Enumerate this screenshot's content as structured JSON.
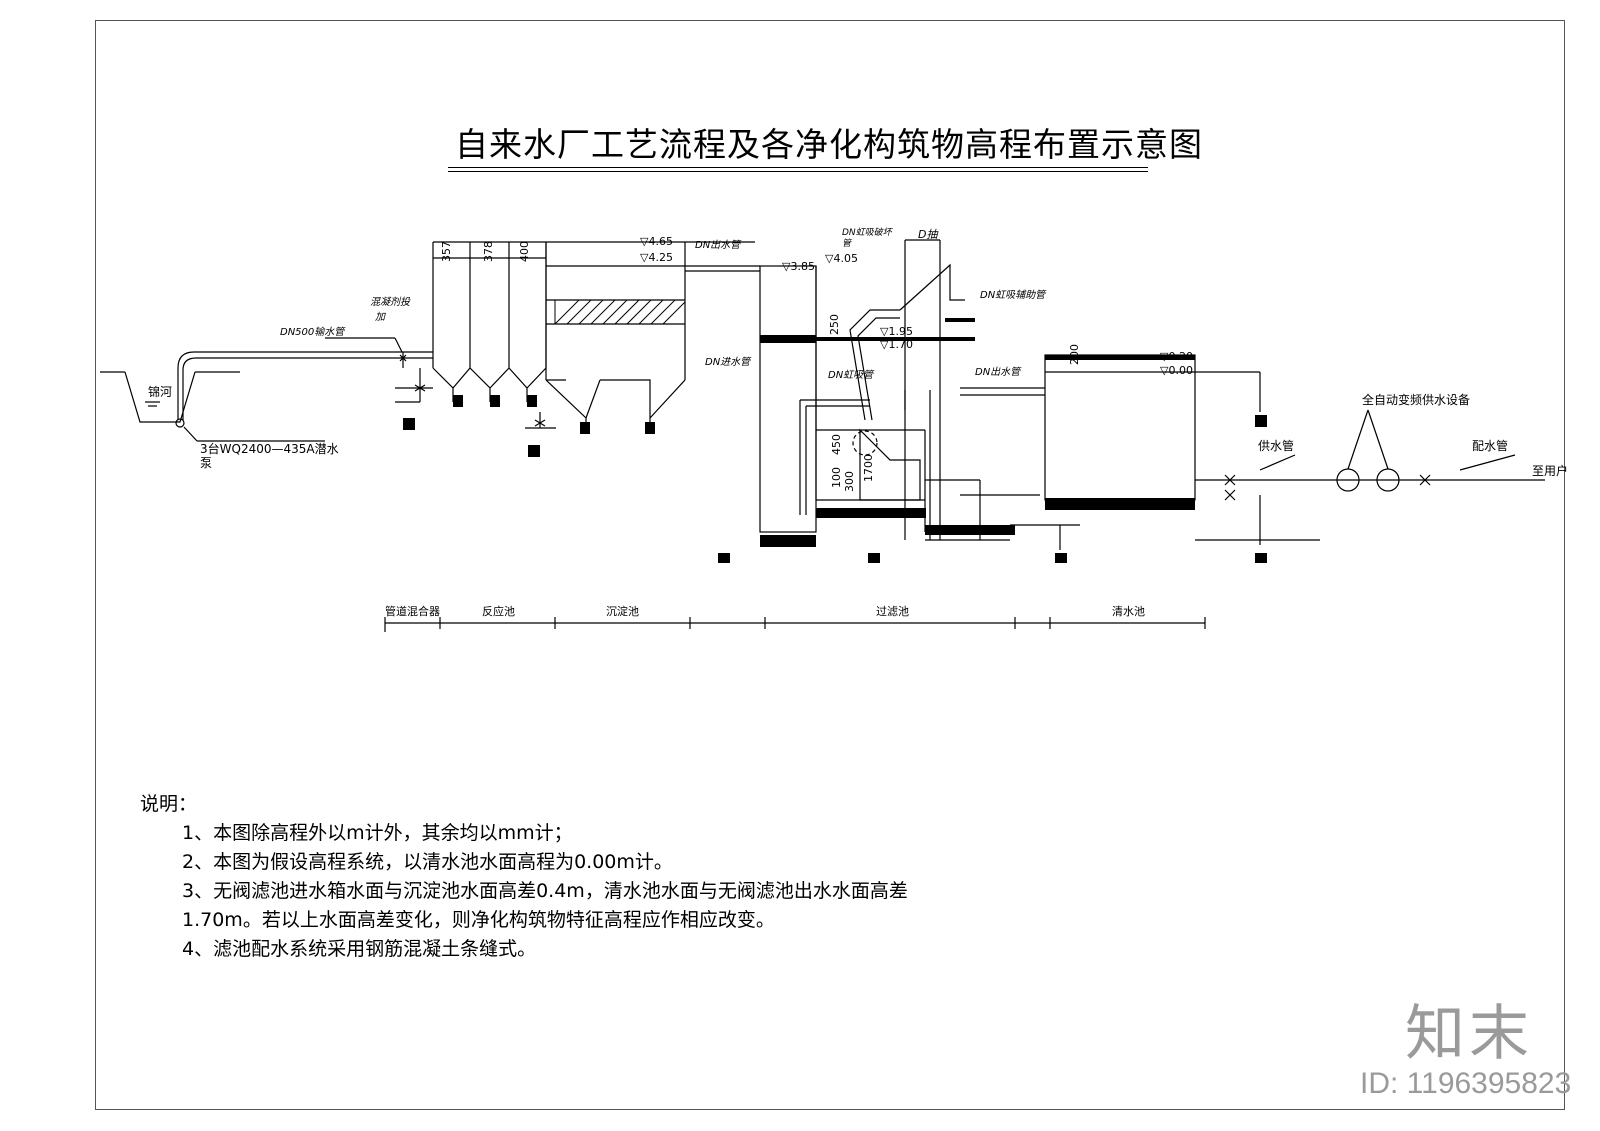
{
  "title": "自来水厂工艺流程及各净化构筑物高程布置示意图",
  "labels": {
    "river": "锦河",
    "pump": "3台WQ2400—435A潜水",
    "pump_cont": "泵",
    "inlet_pipe": "DN500输水管",
    "coagulant": "混凝剂投",
    "coagulant_cont": "加",
    "dim_357": "357",
    "dim_378": "378",
    "dim_400": "400",
    "dim_250": "250",
    "dim_450": "450",
    "dim_100": "100",
    "dim_300": "300",
    "dim_1700": "1700",
    "dim_200": "200",
    "lvl_465": "4.65",
    "lvl_425": "4.25",
    "lvl_385": "3.85",
    "lvl_405": "4.05",
    "lvl_195": "1.95",
    "lvl_170": "1.70",
    "lvl_020": "0.20",
    "lvl_000": "0.00",
    "dn_out1": "DN出水管",
    "dn_siphon_break": "DN虹吸破坏",
    "dn_siphon_break_cont": "管",
    "d_pump": "D抽",
    "dn_siphon_aux": "DN虹吸辅助管",
    "dn_in": "DN进水管",
    "dn_siphon": "DN虹吸管",
    "dn_out2": "DN出水管",
    "supply_equipment": "全自动变频供水设备",
    "supply_pipe": "供水管",
    "dist_pipe": "配水管",
    "to_user": "至用户"
  },
  "sections": [
    "管道混合器",
    "反应池",
    "沉淀池",
    "过滤池",
    "清水池"
  ],
  "notes": {
    "head": "说明：",
    "item1": "1、本图除高程外以m计外，其余均以mm计；",
    "item2": "2、本图为假设高程系统，以清水池水面高程为0.00m计。",
    "item3": "3、无阀滤池进水箱水面与沉淀池水面高差0.4m，清水池水面与无阀滤池出水水面高差",
    "item3_cont": "1.70m。若以上水面高差变化，则净化构筑物特征高程应作相应改变。",
    "item4": "4、滤池配水系统采用钢筋混凝土条缝式。"
  },
  "watermark": {
    "brand": "知末",
    "id": "ID: 1196395823"
  }
}
